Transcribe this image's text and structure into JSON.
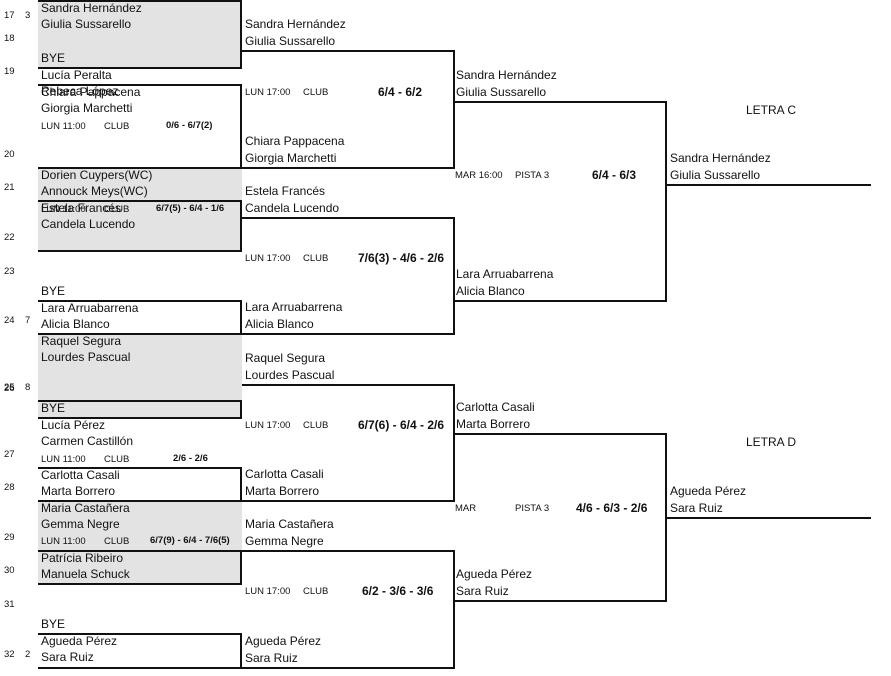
{
  "rows": [
    {
      "n": "17",
      "seed": "3"
    },
    {
      "n": "18",
      "seed": ""
    },
    {
      "n": "19",
      "seed": ""
    },
    {
      "n": "20",
      "seed": ""
    },
    {
      "n": "21",
      "seed": ""
    },
    {
      "n": "22",
      "seed": ""
    },
    {
      "n": "23",
      "seed": ""
    },
    {
      "n": "24",
      "seed": "7"
    },
    {
      "n": "25",
      "seed": "8"
    },
    {
      "n": "26",
      "seed": ""
    },
    {
      "n": "27",
      "seed": ""
    },
    {
      "n": "28",
      "seed": ""
    },
    {
      "n": "29",
      "seed": ""
    },
    {
      "n": "30",
      "seed": ""
    },
    {
      "n": "31",
      "seed": ""
    },
    {
      "n": "32",
      "seed": "2"
    }
  ],
  "r1": [
    {
      "a": "Sandra Hernández",
      "b": "Giulia  Sussarello"
    },
    {
      "a": "BYE",
      "b": ""
    },
    {
      "a": "Lucía Peralta",
      "b": "Rebeca López"
    },
    {
      "a": "Chiara Pappacena",
      "b": "Giorgia Marchetti"
    },
    {
      "a": "Dorien Cuypers(WC)",
      "b": "Annouck Meys(WC)"
    },
    {
      "a": "Estela Francés",
      "b": "Candela Lucendo"
    },
    {
      "a": "BYE",
      "b": ""
    },
    {
      "a": "Lara Arruabarrena",
      "b": "Alicia Blanco"
    },
    {
      "a": "Raquel Segura",
      "b": "Lourdes Pascual"
    },
    {
      "a": "BYE",
      "b": ""
    },
    {
      "a": "Lucía Pérez",
      "b": "Carmen Castillón"
    },
    {
      "a": "Carlotta Casali",
      "b": "Marta Borrero"
    },
    {
      "a": "Maria Castañera",
      "b": "Gemma Negre"
    },
    {
      "a": "Patrícia Ribeiro",
      "b": "Manuela Schuck"
    },
    {
      "a": "BYE",
      "b": ""
    },
    {
      "a": "Agueda Pérez",
      "b": "Sara Ruiz"
    }
  ],
  "r1_info": [
    {
      "day": "LUN 11:00",
      "court": "CLUB",
      "score": "0/6 - 6/7(2)"
    },
    {
      "day": "LUN 11:00",
      "court": "CLUB",
      "score": "6/7(5) - 6/4 - 1/6"
    },
    {
      "day": "LUN 11:00",
      "court": "CLUB",
      "score": "2/6 - 2/6"
    },
    {
      "day": "LUN 11:00",
      "court": "CLUB",
      "score": "6/7(9) - 6/4 - 7/6(5)"
    }
  ],
  "r2": [
    {
      "a": "Sandra Hernández",
      "b": "Giulia  Sussarello"
    },
    {
      "a": "Chiara Pappacena",
      "b": "Giorgia Marchetti"
    },
    {
      "a": "Estela Francés",
      "b": "Candela Lucendo"
    },
    {
      "a": "Lara Arruabarrena",
      "b": "Alicia Blanco"
    },
    {
      "a": "Raquel Segura",
      "b": "Lourdes Pascual"
    },
    {
      "a": "Carlotta Casali",
      "b": "Marta Borrero"
    },
    {
      "a": "Maria Castañera",
      "b": "Gemma Negre"
    },
    {
      "a": "Agueda Pérez",
      "b": "Sara Ruiz"
    }
  ],
  "r2_info": [
    {
      "day": "LUN 17:00",
      "court": "CLUB",
      "score": "6/4 - 6/2"
    },
    {
      "day": "LUN 17:00",
      "court": "CLUB",
      "score": "7/6(3) - 4/6 - 2/6"
    },
    {
      "day": "LUN 17:00",
      "court": "CLUB",
      "score": "6/7(6) - 6/4 - 2/6"
    },
    {
      "day": "LUN 17:00",
      "court": "CLUB",
      "score": "6/2 - 3/6 - 3/6"
    }
  ],
  "r3": [
    {
      "a": "Sandra Hernández",
      "b": "Giulia  Sussarello"
    },
    {
      "a": "Lara Arruabarrena",
      "b": "Alicia Blanco"
    },
    {
      "a": "Carlotta Casali",
      "b": "Marta Borrero"
    },
    {
      "a": "Agueda Pérez",
      "b": "Sara Ruiz"
    }
  ],
  "r3_info": [
    {
      "day": "MAR 16:00",
      "court": "PISTA 3",
      "score": "6/4 - 6/3"
    },
    {
      "day": "MAR",
      "court": "PISTA 3",
      "score": "4/6 - 6/3 - 2/6"
    }
  ],
  "r4": [
    {
      "a": "Sandra Hernández",
      "b": "Giulia  Sussarello"
    },
    {
      "a": "Agueda Pérez",
      "b": "Sara Ruiz"
    }
  ],
  "letters": [
    "LETRA C",
    "LETRA D"
  ]
}
